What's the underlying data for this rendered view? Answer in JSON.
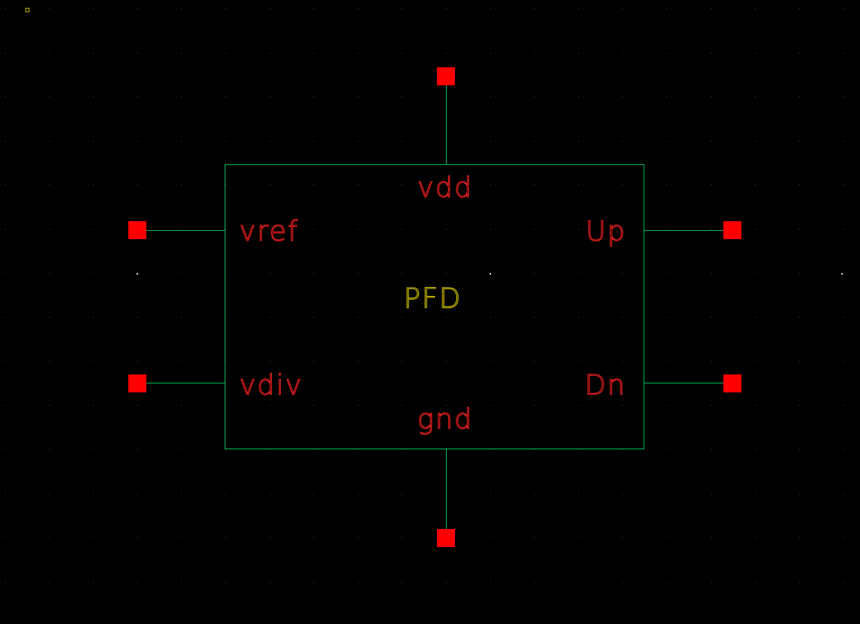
{
  "schematic": {
    "cell_name": "PFD",
    "pins": {
      "vdd": "vdd",
      "gnd": "gnd",
      "vref": "vref",
      "vdiv": "vdiv",
      "up": "Up",
      "dn": "Dn"
    }
  },
  "colors": {
    "background": "#000000",
    "grid_dot": "#2a5a8a",
    "wire": "#00c864",
    "pin_square": "#ff0000",
    "pin_label": "#ff2020",
    "cell_label": "#e0d000",
    "origin_marker": "#e0d000",
    "snap_dot": "#ffffff"
  }
}
